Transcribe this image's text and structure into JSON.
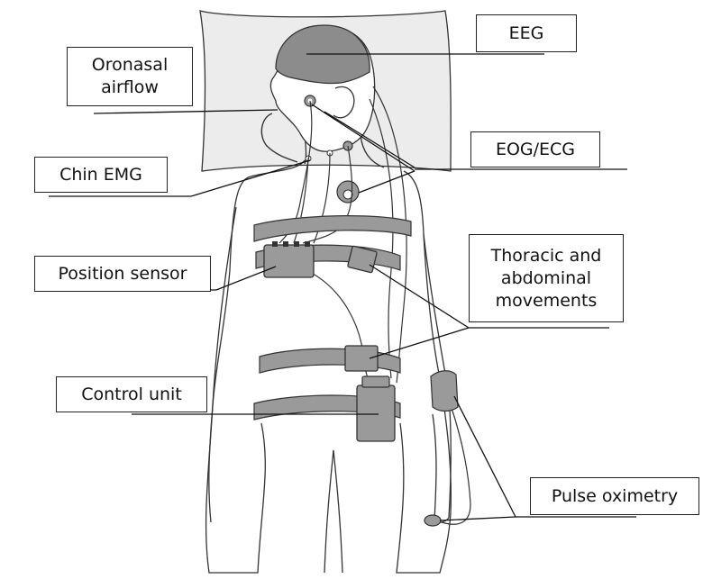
{
  "labels": {
    "eeg": "EEG",
    "oronasal_line1": "Oronasal",
    "oronasal_line2": "airflow",
    "eog_ecg": "EOG/ECG",
    "chin_emg": "Chin EMG",
    "position_sensor": "Position sensor",
    "thoracic_line1": "Thoracic and",
    "thoracic_line2": "abdominal",
    "thoracic_line3": "movements",
    "control_unit": "Control unit",
    "pulse_oximetry": "Pulse oximetry"
  },
  "colors": {
    "outline": "#333333",
    "fill_gray": "#9a9a9a",
    "fill_dark": "#7a7a7a",
    "pillow": "#ececec",
    "hair": "#8c8c8c",
    "skin": "#ffffff",
    "leader": "#111111"
  }
}
